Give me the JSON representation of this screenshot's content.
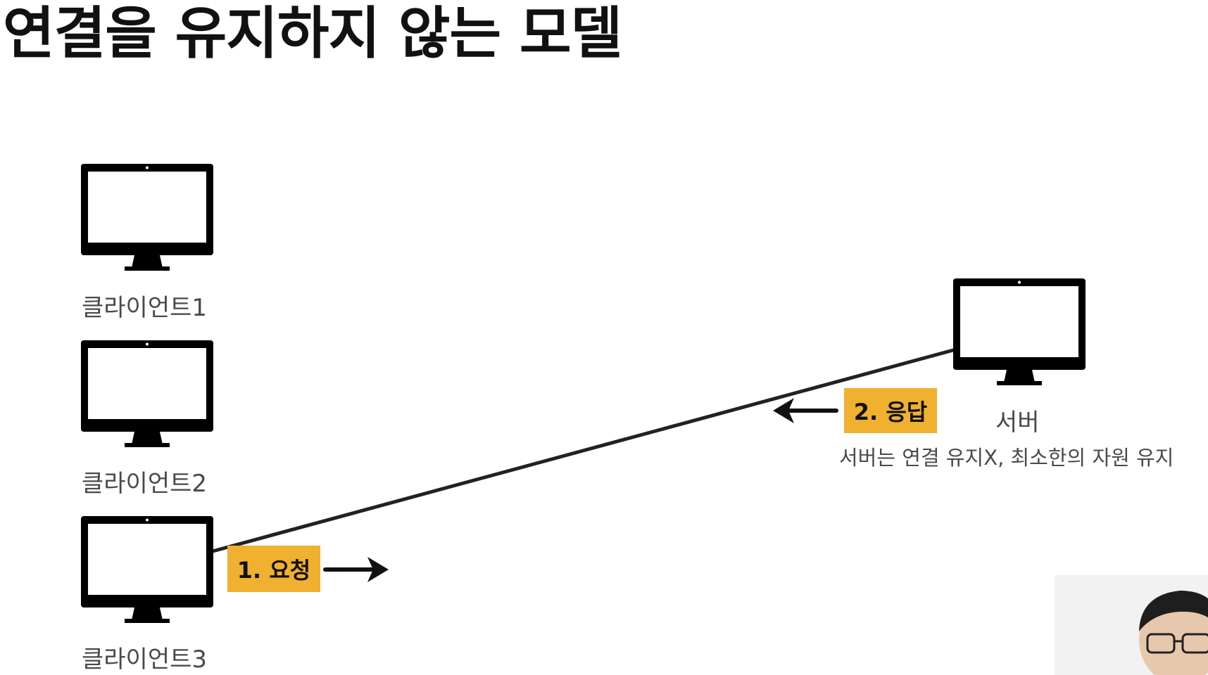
{
  "slide": {
    "title": "연결을 유지하지 않는 모델"
  },
  "clients": [
    {
      "label": "클라이언트1",
      "icon": "desktop-monitor-icon"
    },
    {
      "label": "클라이언트2",
      "icon": "desktop-monitor-icon"
    },
    {
      "label": "클라이언트3",
      "icon": "desktop-monitor-icon"
    }
  ],
  "server": {
    "label": "서버",
    "icon": "desktop-monitor-icon",
    "caption": "서버는 연결 유지X, 최소한의 자원 유지"
  },
  "steps": {
    "request": "1. 요청",
    "response": "2. 응답"
  },
  "colors": {
    "accent": "#f0b030",
    "monitor": "#000000",
    "text": "#4a4a4a"
  }
}
